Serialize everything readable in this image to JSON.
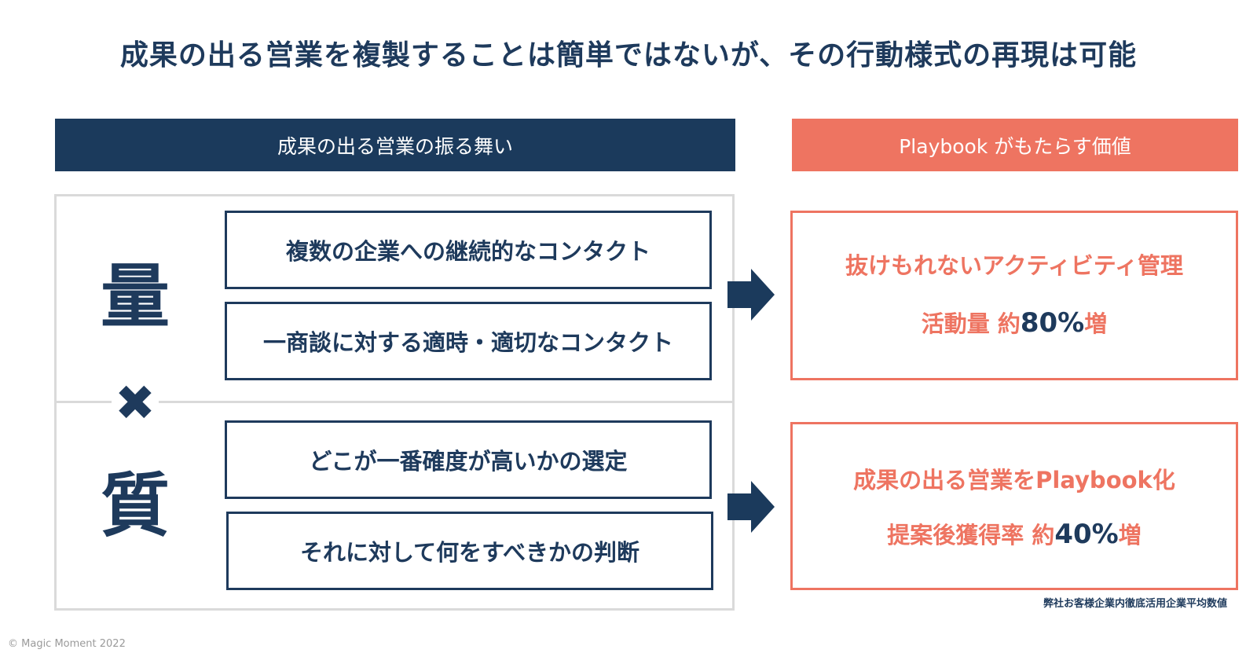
{
  "title": "成果の出る営業を複製することは簡単ではないが、その行動様式の再現は可能",
  "left_header": "成果の出る営業の振る舞い",
  "right_header": "Playbook がもたらす価値",
  "quantity_char": "量",
  "cross_char": "✖",
  "quality_char": "質",
  "items": [
    "複数の企業への継続的なコンタクト",
    "一商談に対する適時・適切なコンタクト",
    "どこが一番確度が高いかの選定",
    "それに対して何をすべきかの判断"
  ],
  "values": [
    {
      "headline": "抜けもれないアクティビティ管理",
      "metric_label": "活動量 約",
      "metric_number": "80%",
      "metric_suffix": "増"
    },
    {
      "headline": "成果の出る営業をPlaybook化",
      "metric_label": "提案後獲得率 約",
      "metric_number": "40%",
      "metric_suffix": "増"
    }
  ],
  "note": "弊社お客様企業内徹底活用企業平均数値",
  "copyright": "© Magic Moment 2022",
  "colors": {
    "navy": "#1b3a5c",
    "coral": "#ee7461",
    "border_gray": "#dadada"
  },
  "icons": {
    "arrow": "right-arrow-icon"
  }
}
